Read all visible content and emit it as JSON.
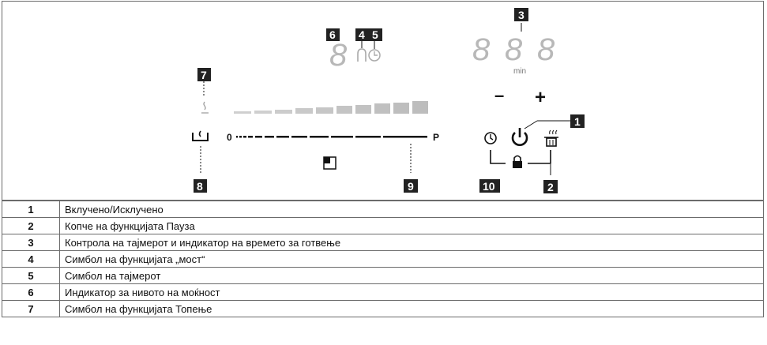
{
  "diagram": {
    "badges": [
      "1",
      "2",
      "3",
      "4",
      "5",
      "6",
      "7",
      "8",
      "9",
      "10"
    ],
    "slider_start": "0",
    "slider_end": "P",
    "timer_unit": "min",
    "minus_label": "–",
    "plus_label": "+",
    "power_digit": "8",
    "timer_digits": [
      "8",
      "8",
      "8"
    ],
    "colors": {
      "badge": "#222222",
      "segment_light": "#cfcfcf",
      "segment_dark": "#bdbdbd",
      "line": "#111111"
    }
  },
  "legend": {
    "rows": [
      {
        "num": "1",
        "text": "Вклучено/Исклучено"
      },
      {
        "num": "2",
        "text": "Копче на функцијата Пауза"
      },
      {
        "num": "3",
        "text": "Контрола на тајмерот и индикатор на времето за готвење"
      },
      {
        "num": "4",
        "text": "Симбол на функцијата „мост“"
      },
      {
        "num": "5",
        "text": "Симбол на тајмерот"
      },
      {
        "num": "6",
        "text": "Индикатор за нивото на моќност"
      },
      {
        "num": "7",
        "text": "Симбол на функцијата Топење"
      }
    ]
  }
}
